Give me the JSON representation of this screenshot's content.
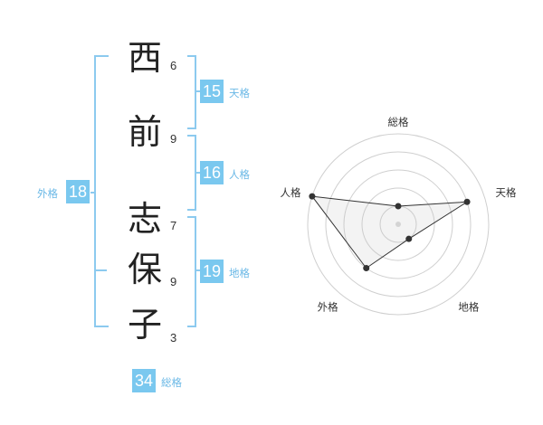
{
  "name": {
    "chars": [
      {
        "char": "西",
        "strokes": "6"
      },
      {
        "char": "前",
        "strokes": "9"
      },
      {
        "char": "志",
        "strokes": "7"
      },
      {
        "char": "保",
        "strokes": "9"
      },
      {
        "char": "子",
        "strokes": "3"
      }
    ]
  },
  "fortune": {
    "tenkaku": {
      "value": "15",
      "label": "天格"
    },
    "jinkaku": {
      "value": "16",
      "label": "人格"
    },
    "chikaku": {
      "value": "19",
      "label": "地格"
    },
    "gaikaku": {
      "value": "18",
      "label": "外格"
    },
    "soukaku": {
      "value": "34",
      "label": "総格"
    }
  },
  "colors": {
    "accent": "#7ac8ef",
    "bracket": "#8ccaef",
    "label": "#6ab8e6"
  },
  "chart_data": {
    "type": "radar",
    "axes": [
      "総格",
      "天格",
      "地格",
      "外格",
      "人格"
    ],
    "values": [
      1,
      4,
      1,
      3,
      5
    ],
    "max": 5,
    "rings": 5
  }
}
